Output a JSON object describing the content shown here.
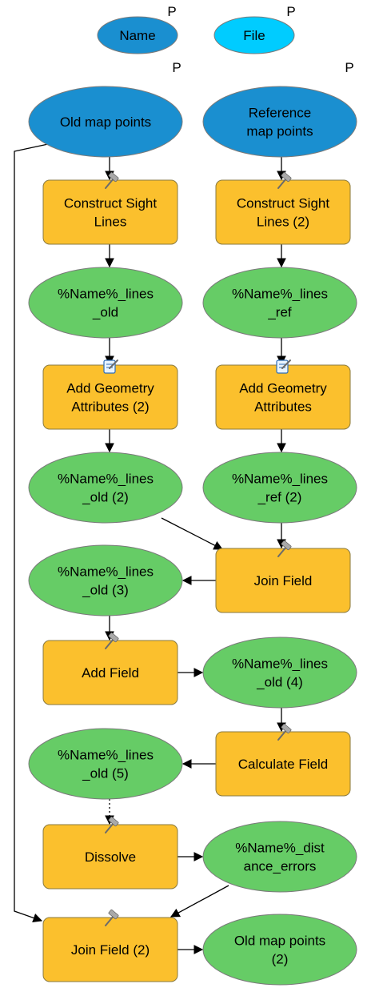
{
  "model": {
    "colors": {
      "blue_dark": "#1a8fd0",
      "blue_light": "#00ccff",
      "tool": "#fbc02d",
      "output": "#66cc66",
      "edge": "#000000",
      "outline": "#7a7a7a"
    },
    "parameter_marker": "P",
    "nodes": [
      {
        "id": "name",
        "kind": "variable",
        "label": [
          "Name"
        ],
        "parameter": true
      },
      {
        "id": "file",
        "kind": "variable-light",
        "label": [
          "File"
        ],
        "parameter": true
      },
      {
        "id": "old_points",
        "kind": "input",
        "label": [
          "Old map points"
        ],
        "parameter": true
      },
      {
        "id": "ref_points",
        "kind": "input",
        "label": [
          "Reference",
          "map points"
        ],
        "parameter": true
      },
      {
        "id": "sight_lines",
        "kind": "tool",
        "icon": "hammer-icon",
        "label": [
          "Construct Sight",
          "Lines"
        ]
      },
      {
        "id": "sight_lines_2",
        "kind": "tool",
        "icon": "hammer-icon",
        "label": [
          "Construct Sight",
          "Lines (2)"
        ]
      },
      {
        "id": "lines_old",
        "kind": "output",
        "label": [
          "%Name%_lines",
          "_old"
        ]
      },
      {
        "id": "lines_ref",
        "kind": "output",
        "label": [
          "%Name%_lines",
          "_ref"
        ]
      },
      {
        "id": "add_geom_2",
        "kind": "tool",
        "icon": "script-icon",
        "label": [
          "Add Geometry",
          "Attributes (2)"
        ]
      },
      {
        "id": "add_geom",
        "kind": "tool",
        "icon": "script-icon",
        "label": [
          "Add Geometry",
          "Attributes"
        ]
      },
      {
        "id": "lines_old_2",
        "kind": "output",
        "label": [
          "%Name%_lines",
          "_old (2)"
        ]
      },
      {
        "id": "lines_ref_2",
        "kind": "output",
        "label": [
          "%Name%_lines",
          "_ref (2)"
        ]
      },
      {
        "id": "join_field",
        "kind": "tool",
        "icon": "hammer-icon",
        "label": [
          "Join Field"
        ]
      },
      {
        "id": "lines_old_3",
        "kind": "output",
        "label": [
          "%Name%_lines",
          "_old (3)"
        ]
      },
      {
        "id": "add_field",
        "kind": "tool",
        "icon": "hammer-icon",
        "label": [
          "Add Field"
        ]
      },
      {
        "id": "lines_old_4",
        "kind": "output",
        "label": [
          "%Name%_lines",
          "_old (4)"
        ]
      },
      {
        "id": "calc_field",
        "kind": "tool",
        "icon": "hammer-icon",
        "label": [
          "Calculate Field"
        ]
      },
      {
        "id": "lines_old_5",
        "kind": "output",
        "label": [
          "%Name%_lines",
          "_old (5)"
        ]
      },
      {
        "id": "dissolve",
        "kind": "tool",
        "icon": "hammer-icon",
        "label": [
          "Dissolve"
        ]
      },
      {
        "id": "dist_errors",
        "kind": "output",
        "label": [
          "%Name%_dist",
          "ance_errors"
        ]
      },
      {
        "id": "join_field_2",
        "kind": "tool",
        "icon": "hammer-icon",
        "label": [
          "Join Field (2)"
        ]
      },
      {
        "id": "old_points_2",
        "kind": "output",
        "label": [
          "Old map points",
          "(2)"
        ]
      }
    ],
    "edges": [
      {
        "from": "old_points",
        "to": "sight_lines"
      },
      {
        "from": "ref_points",
        "to": "sight_lines_2"
      },
      {
        "from": "sight_lines",
        "to": "lines_old"
      },
      {
        "from": "sight_lines_2",
        "to": "lines_ref"
      },
      {
        "from": "lines_old",
        "to": "add_geom_2"
      },
      {
        "from": "lines_ref",
        "to": "add_geom"
      },
      {
        "from": "add_geom_2",
        "to": "lines_old_2"
      },
      {
        "from": "add_geom",
        "to": "lines_ref_2"
      },
      {
        "from": "lines_old_2",
        "to": "join_field"
      },
      {
        "from": "lines_ref_2",
        "to": "join_field"
      },
      {
        "from": "join_field",
        "to": "lines_old_3"
      },
      {
        "from": "lines_old_3",
        "to": "add_field"
      },
      {
        "from": "add_field",
        "to": "lines_old_4"
      },
      {
        "from": "lines_old_4",
        "to": "calc_field"
      },
      {
        "from": "calc_field",
        "to": "lines_old_5"
      },
      {
        "from": "lines_old_5",
        "to": "dissolve",
        "style": "dotted"
      },
      {
        "from": "dissolve",
        "to": "dist_errors"
      },
      {
        "from": "dist_errors",
        "to": "join_field_2"
      },
      {
        "from": "old_points",
        "to": "join_field_2",
        "route": "left-rail"
      },
      {
        "from": "join_field_2",
        "to": "old_points_2"
      }
    ]
  }
}
